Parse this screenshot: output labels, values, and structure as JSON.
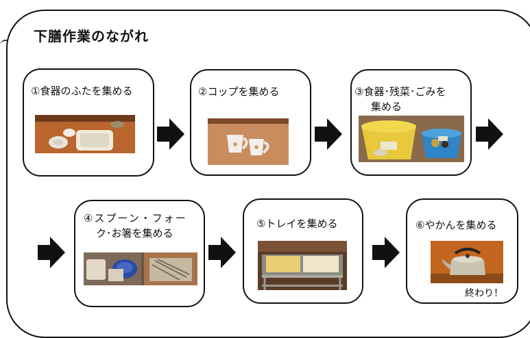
{
  "title": "下膳作業のながれ",
  "steps": [
    {
      "label": "①食器のふたを集める",
      "photo": "lidded-dishes-on-table-photo"
    },
    {
      "label": "②コップを集める",
      "photo": "cups-on-table-photo"
    },
    {
      "label_lines": [
        "③食器･残菜･ごみを",
        "集める"
      ],
      "photo": "dishes-and-scrap-basins-photo"
    },
    {
      "label_lines": [
        "④スプーン・フォー",
        "ク･お箸を集める"
      ],
      "photo": "cutlery-basins-photo"
    },
    {
      "label": "⑤トレイを集める",
      "photo": "trays-on-cart-photo"
    },
    {
      "label": "⑥やかんを集める",
      "photo": "kettle-photo"
    }
  ],
  "end_text": "終わり！",
  "colors": {
    "arrow": "#111111",
    "border": "#111111"
  }
}
